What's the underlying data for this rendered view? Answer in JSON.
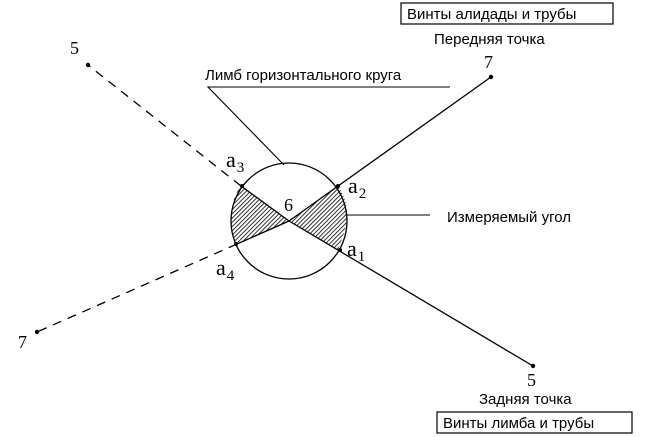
{
  "labels": {
    "box_top": "Винты алидады и трубы",
    "front_point": "Передняя точка",
    "limb": "Лимб горизонтального круга",
    "measured_angle": "Измеряемый угол",
    "back_point": "Задняя точка",
    "box_bottom": "Винты лимба и трубы"
  },
  "point_labels": {
    "p5_top_left": "5",
    "p7_top_right": "7",
    "p6_center": "6",
    "p7_bottom_left": "7",
    "p5_bottom_right": "5"
  },
  "readings": {
    "a1": {
      "base": "a",
      "sub": "1"
    },
    "a2": {
      "base": "a",
      "sub": "2"
    },
    "a3": {
      "base": "a",
      "sub": "3"
    },
    "a4": {
      "base": "a",
      "sub": "4"
    }
  }
}
